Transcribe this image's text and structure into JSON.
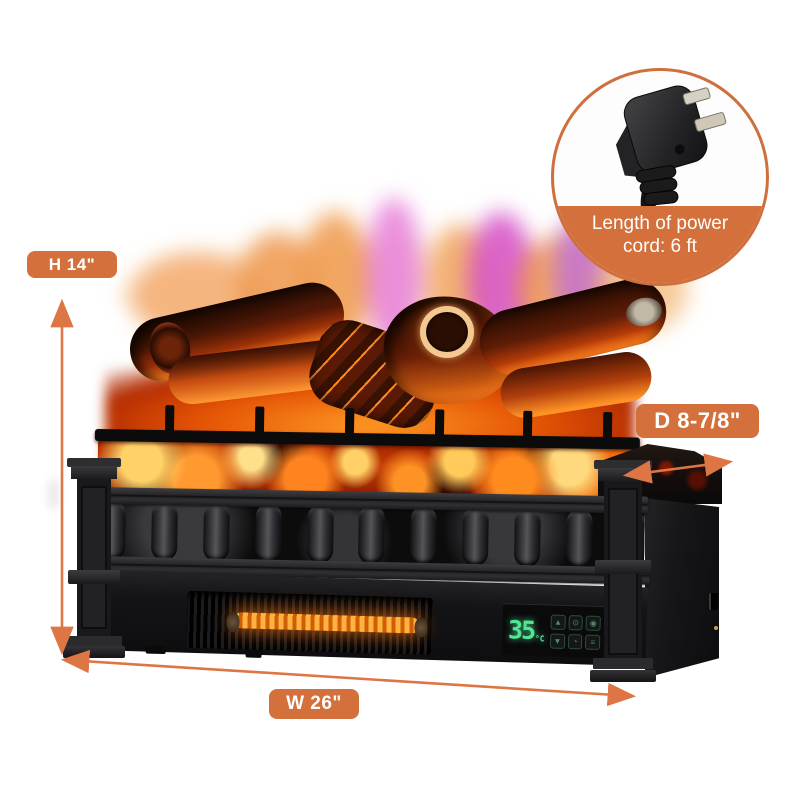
{
  "colors": {
    "accent_orange": "#d3703c",
    "arrow_orange": "#dd7544",
    "display_green": "#55e695"
  },
  "annotations": {
    "height_label": "H 14\"",
    "width_label": "W 26\"",
    "depth_label": "D 8-7/8\"",
    "cord_note_line1": "Length of power",
    "cord_note_line2": "cord: 6 ft"
  },
  "device": {
    "display": {
      "temperature": "35",
      "unit": "°C"
    },
    "buttons": [
      {
        "name": "up",
        "glyph": "▲"
      },
      {
        "name": "thermometer",
        "glyph": "⊙"
      },
      {
        "name": "power",
        "glyph": "◉"
      },
      {
        "name": "down",
        "glyph": "▼"
      },
      {
        "name": "timer",
        "glyph": "◔"
      },
      {
        "name": "settings",
        "glyph": "≡"
      }
    ]
  }
}
